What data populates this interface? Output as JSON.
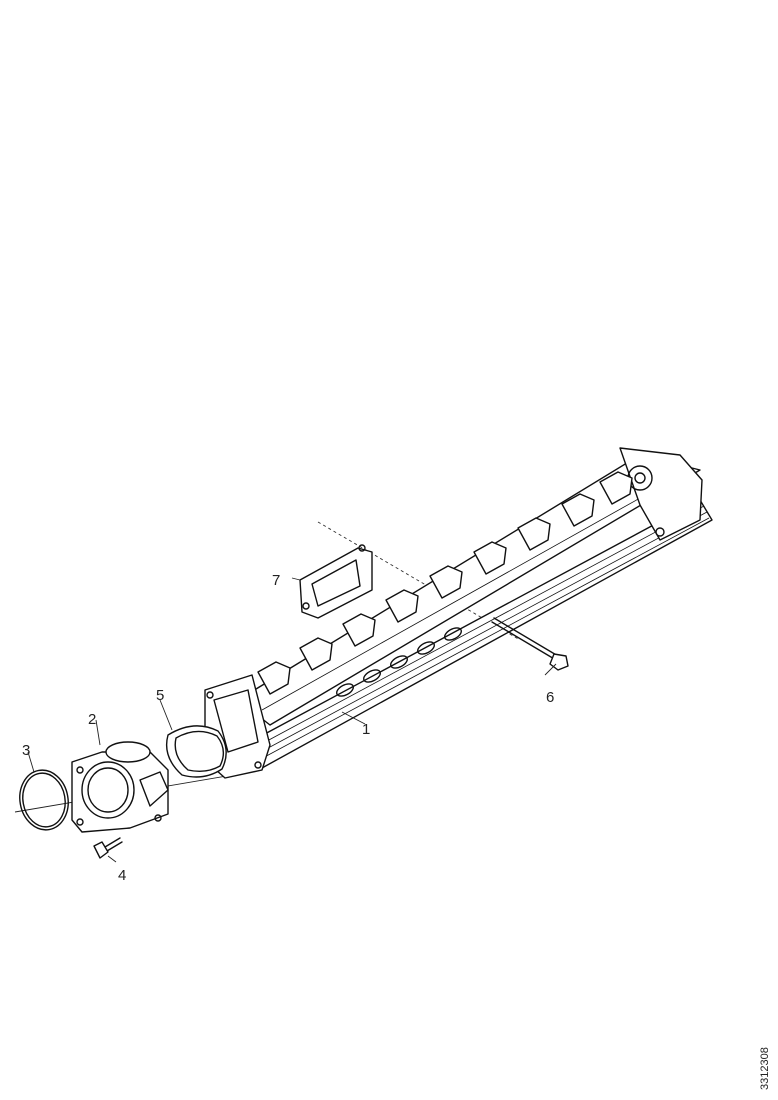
{
  "callouts": {
    "c1": "1",
    "c2": "2",
    "c3": "3",
    "c4": "4",
    "c5": "5",
    "c6": "6",
    "c7": "7"
  },
  "reference_code": "3312308"
}
